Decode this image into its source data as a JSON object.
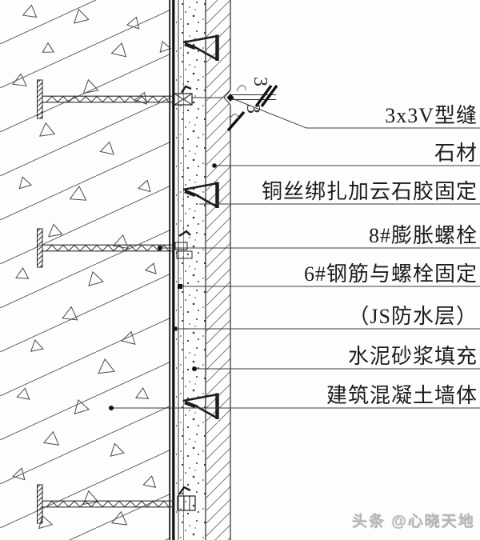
{
  "callouts": [
    {
      "text": "3x3V型缝"
    },
    {
      "text": "石材"
    },
    {
      "text": "铜丝绑扎加云石胶固定"
    },
    {
      "text": "8#膨胀螺栓"
    },
    {
      "text": "6#钢筋与螺栓固定"
    },
    {
      "text": "（JS防水层）"
    },
    {
      "text": "水泥砂浆填充"
    },
    {
      "text": "建筑混凝土墙体"
    }
  ],
  "vseam": {
    "width_label": "3",
    "depth_label": "3"
  },
  "watermark": {
    "text": "头条 @心晓天地"
  },
  "colors": {
    "line": "#2b2b2b",
    "leader": "#3a3a3a",
    "hatch": "#5a5a5a",
    "watermark": "#b5b5b5"
  }
}
